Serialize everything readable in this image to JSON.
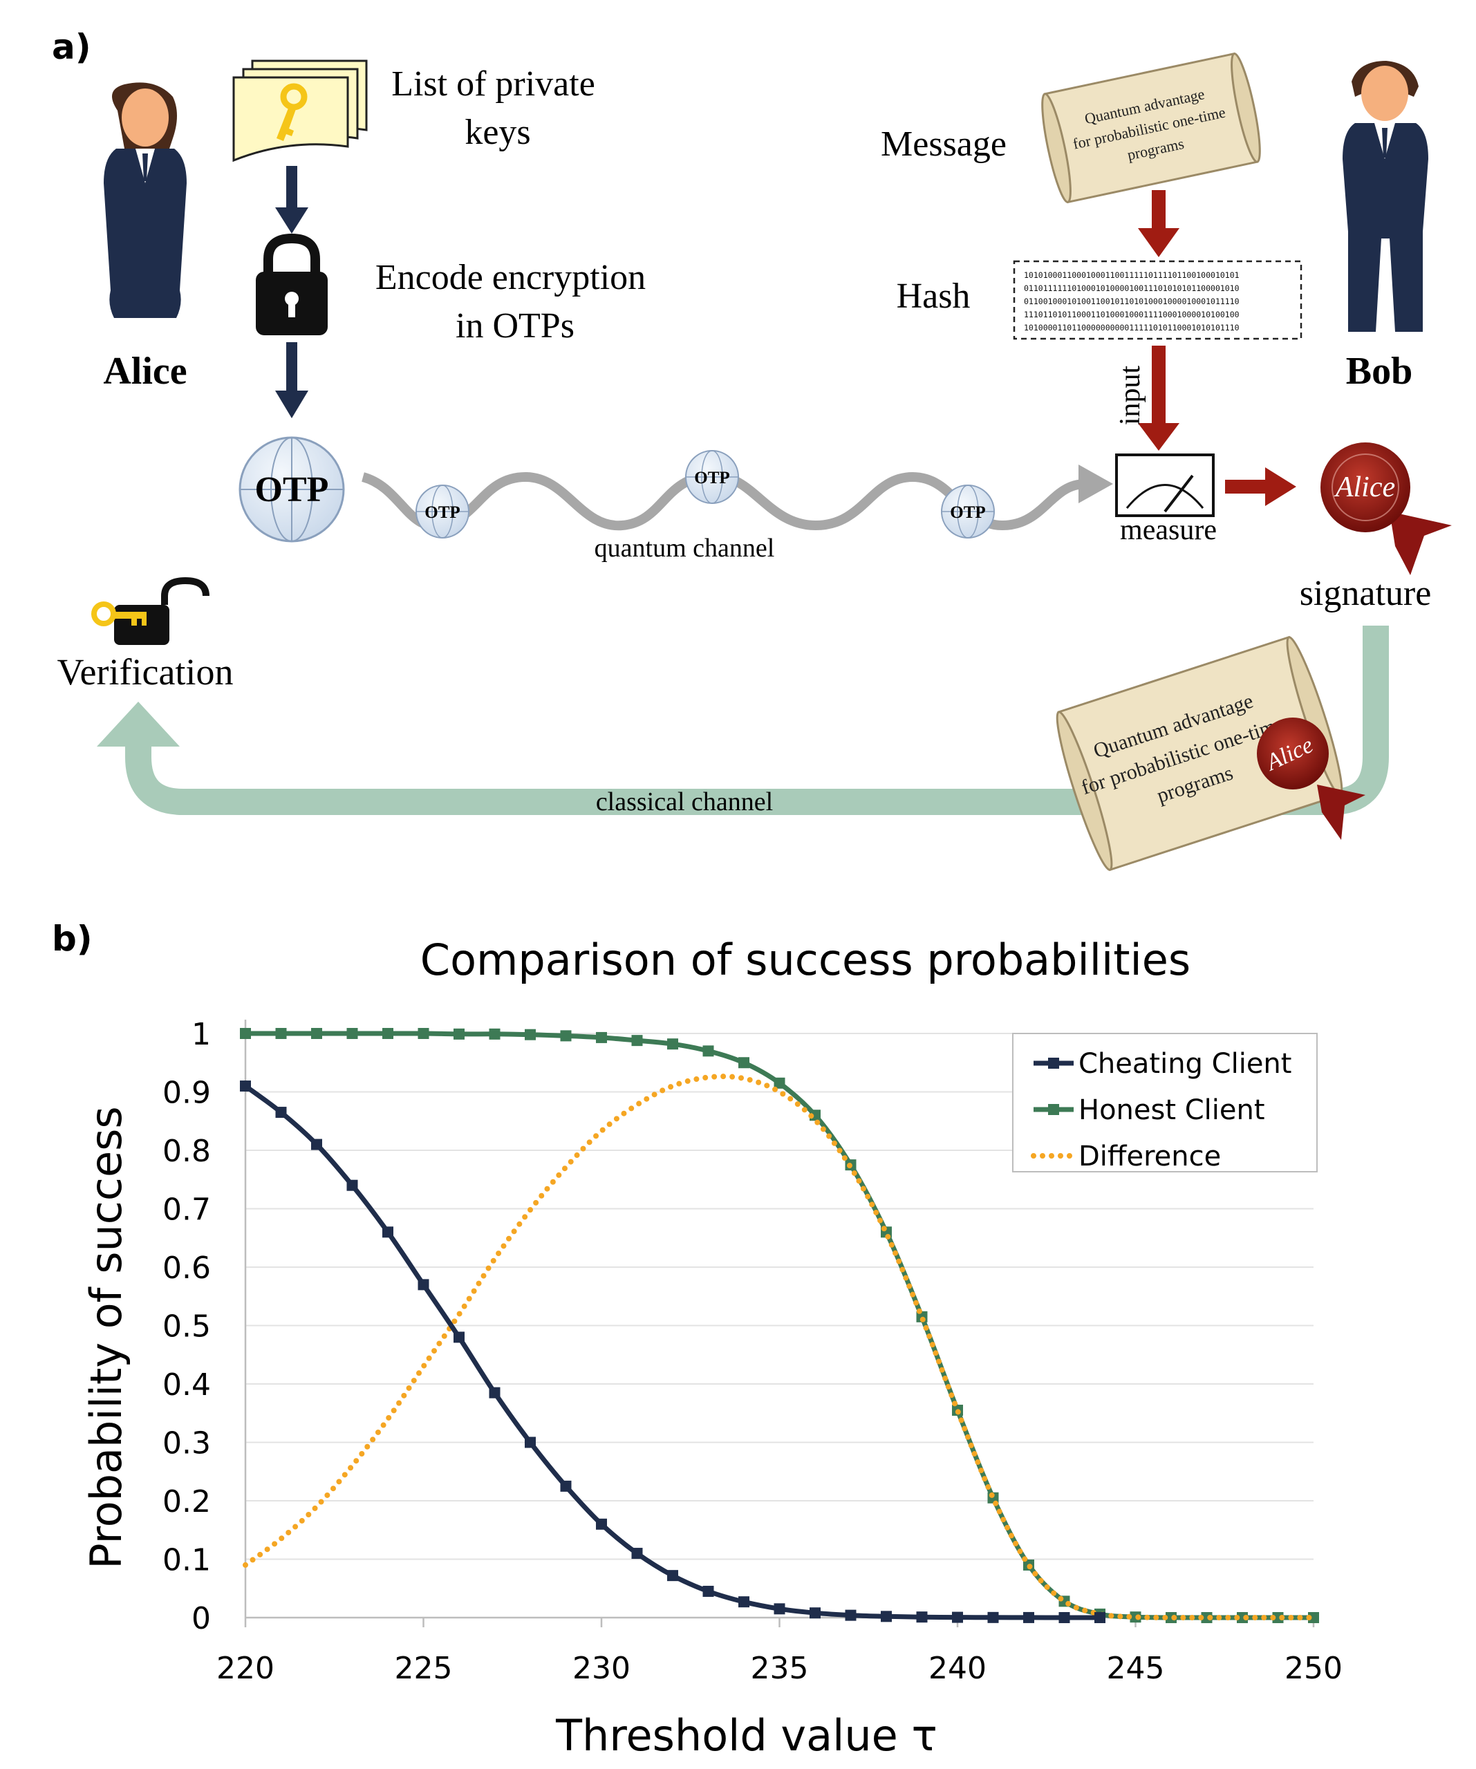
{
  "panel_a": {
    "label": "a)",
    "alice": "Alice",
    "bob": "Bob",
    "list_of_private_keys": [
      "List of private",
      "keys"
    ],
    "encode_encryption": [
      "Encode encryption",
      "in OTPs"
    ],
    "otp": "OTP",
    "quantum_channel": "quantum channel",
    "message": "Message",
    "hash": "Hash",
    "hash_bits": [
      "101010001100010001100111110111101100100010101",
      "011011111101000101000010011101010101100001010",
      "011001000101001100101101010001000010001011110",
      "111011010110001101000100011110001000010100100",
      "101000011011000000000011111010110001010101110"
    ],
    "input": "input",
    "measure": "measure",
    "seal_text": "Alice",
    "signature": "signature",
    "scroll_text": [
      "Quantum advantage",
      "for probabilistic one-time",
      "programs"
    ],
    "verification": "Verification",
    "classical_channel": "classical channel",
    "colors": {
      "navy": "#1f2d4b",
      "dark_red": "#a01c12",
      "green_arrow": "#a9cbb9",
      "scroll": "#efe3c4",
      "key_yellow": "#fff9c4",
      "gold": "#f5c518",
      "globe": "#dfe9f4"
    },
    "icons": [
      "person-icon",
      "paper-stack-icon",
      "key-icon",
      "padlock-icon",
      "globe-icon",
      "scroll-icon",
      "wax-seal-icon",
      "meter-icon",
      "open-padlock-icon"
    ]
  },
  "panel_b": {
    "label": "b)",
    "chart_data": {
      "type": "line",
      "title": "Comparison of success probabilities",
      "xlabel": "Threshold value τ",
      "ylabel": "Probability of success",
      "xlim": [
        220,
        250
      ],
      "ylim": [
        0,
        1
      ],
      "xticks": [
        "220",
        "225",
        "230",
        "235",
        "240",
        "245",
        "250"
      ],
      "yticks": [
        "0",
        "0.1",
        "0.2",
        "0.3",
        "0.4",
        "0.5",
        "0.6",
        "0.7",
        "0.8",
        "0.9",
        "1"
      ],
      "x": [
        220,
        221,
        222,
        223,
        224,
        225,
        226,
        227,
        228,
        229,
        230,
        231,
        232,
        233,
        234,
        235,
        236,
        237,
        238,
        239,
        240,
        241,
        242,
        243,
        244,
        245,
        246,
        247,
        248,
        249,
        250
      ],
      "legend_position": "top-right",
      "grid": "horizontal",
      "series": [
        {
          "name": "Cheating Client",
          "color": "#1f2d4b",
          "marker": "square",
          "style": "solid",
          "values": [
            0.91,
            0.865,
            0.81,
            0.74,
            0.66,
            0.57,
            0.48,
            0.385,
            0.3,
            0.225,
            0.16,
            0.11,
            0.072,
            0.045,
            0.027,
            0.015,
            0.008,
            0.004,
            0.002,
            0.001,
            0.0005,
            0.0002,
            0.0001,
            0,
            0,
            null,
            null,
            null,
            null,
            null,
            null
          ]
        },
        {
          "name": "Honest Client",
          "color": "#3d7a55",
          "marker": "square",
          "style": "solid",
          "values": [
            1,
            1,
            1,
            1,
            1,
            1,
            0.999,
            0.999,
            0.998,
            0.996,
            0.993,
            0.988,
            0.982,
            0.97,
            0.95,
            0.915,
            0.86,
            0.775,
            0.66,
            0.515,
            0.355,
            0.205,
            0.09,
            0.028,
            0.006,
            0.001,
            0,
            0,
            0,
            0,
            0
          ]
        },
        {
          "name": "Difference",
          "color": "#f5a623",
          "marker": "none",
          "style": "dotted",
          "values": [
            0.09,
            0.135,
            0.19,
            0.26,
            0.34,
            0.43,
            0.519,
            0.614,
            0.698,
            0.771,
            0.833,
            0.878,
            0.91,
            0.925,
            0.923,
            0.9,
            0.852,
            0.771,
            0.658,
            0.514,
            0.3545,
            0.2048,
            0.0899,
            0.028,
            0.006,
            0.001,
            0,
            0,
            0,
            0,
            0
          ]
        }
      ]
    }
  }
}
